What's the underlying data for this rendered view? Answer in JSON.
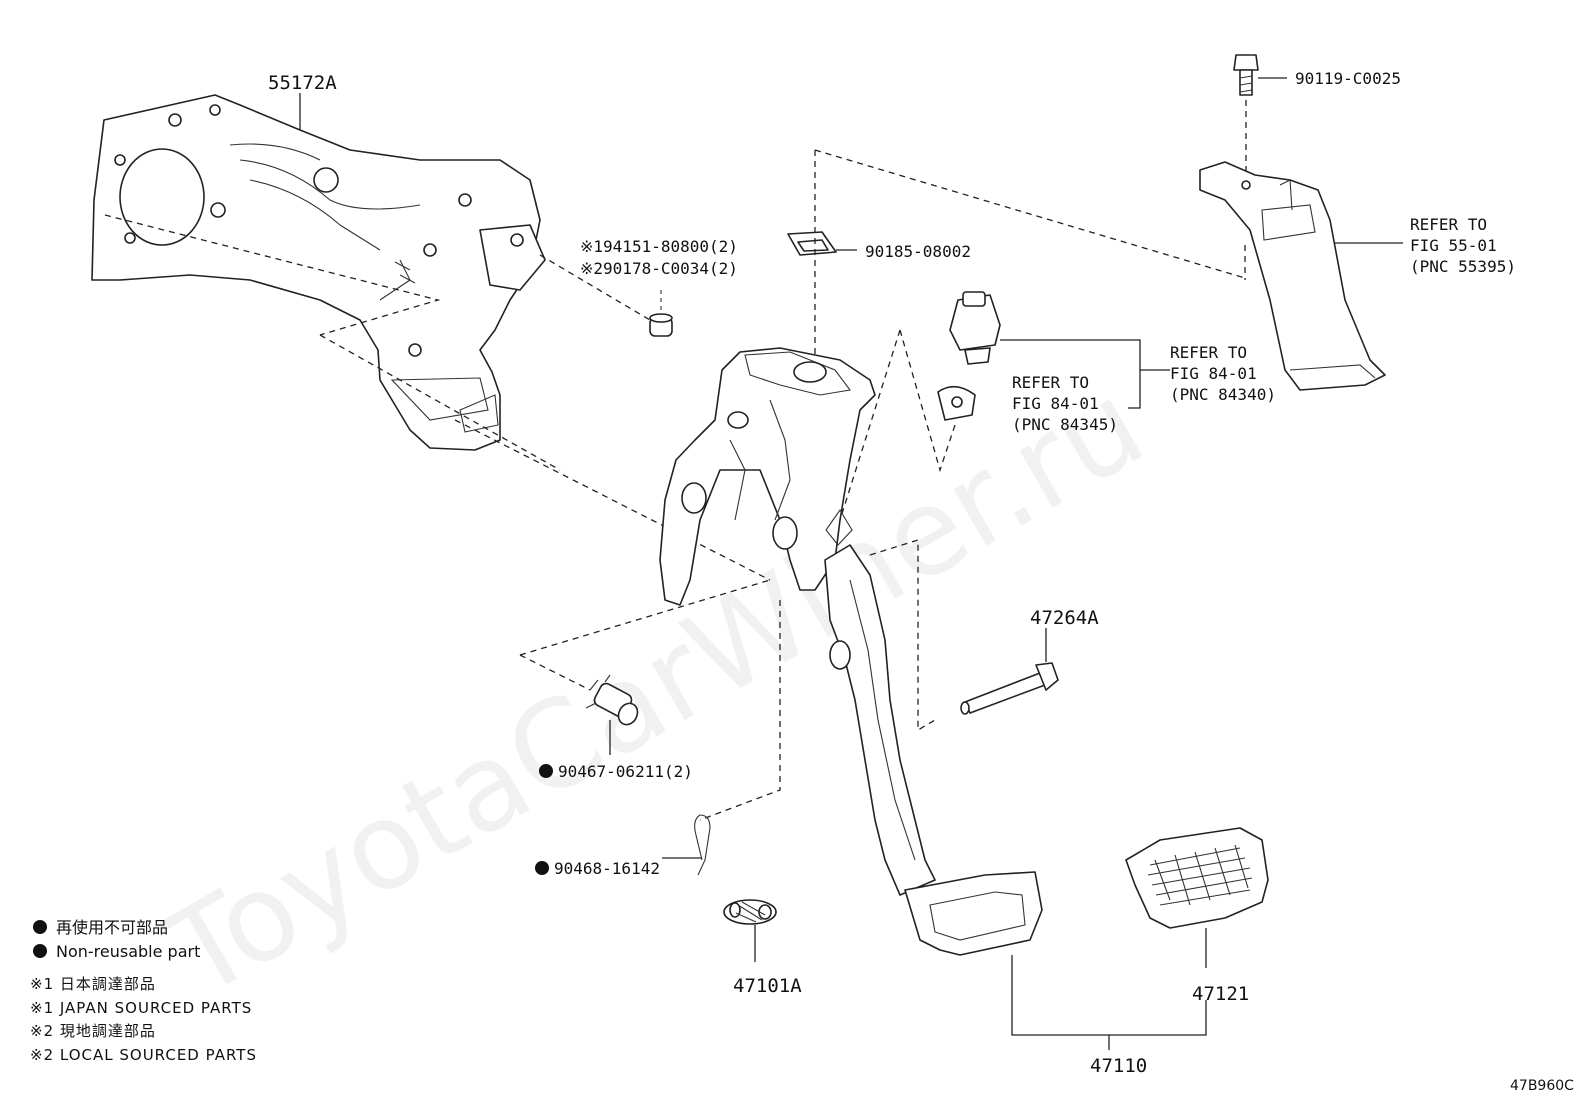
{
  "watermark": "ToyotaCarWiner.ru",
  "parts": {
    "p55172A": "55172A",
    "p90119": "90119-C0025",
    "p90185": "90185-08002",
    "p194151": "※194151-80800(2)",
    "p290178": "※290178-C0034(2)",
    "p47264A": "47264A",
    "p90467": "90467-06211(2)",
    "p90468": "90468-16142",
    "p47101A": "47101A",
    "p47121": "47121",
    "p47110": "47110"
  },
  "refs": {
    "ref55": {
      "l1": "REFER TO",
      "l2": "FIG 55-01",
      "l3": "(PNC 55395)"
    },
    "ref84340": {
      "l1": "REFER TO",
      "l2": "FIG 84-01",
      "l3": "(PNC 84340)"
    },
    "ref84345": {
      "l1": "REFER TO",
      "l2": "FIG 84-01",
      "l3": "(PNC 84345)"
    }
  },
  "legend": {
    "nonreuse_jp": "再使用不可部品",
    "nonreuse_en": "Non-reusable part",
    "note1_jp": "※1 日本調達部品",
    "note1_en": "※1 JAPAN SOURCED PARTS",
    "note2_jp": "※2 現地調達部品",
    "note2_en": "※2 LOCAL SOURCED PARTS"
  },
  "diagram_code": "47B960C"
}
